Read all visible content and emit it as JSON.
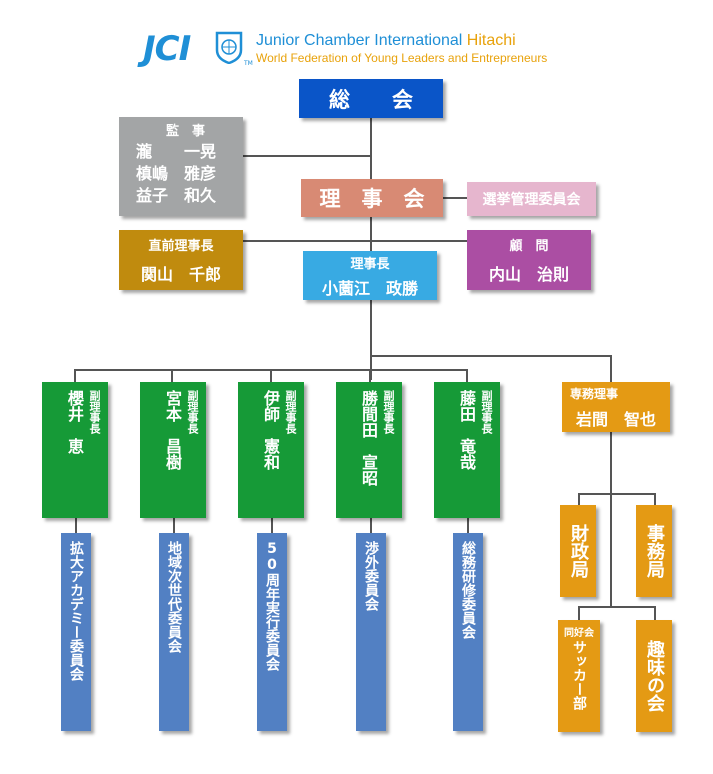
{
  "header": {
    "jci": "JCI",
    "tm": "TM",
    "line1_main": "Junior Chamber International ",
    "line1_accent": "Hitachi",
    "line2": "World Federation of Young Leaders and Entrepreneurs"
  },
  "nodes": {
    "general_assembly": "総　　会",
    "auditors_title": "監　事",
    "auditor_1": "瀧　　一晃",
    "auditor_2": "槙嶋　雅彦",
    "auditor_3": "益子　和久",
    "board": "理　事　会",
    "election_committee": "選挙管理委員会",
    "past_president_title": "直前理事長",
    "past_president_name": "関山　千郎",
    "advisor_title": "顧　問",
    "advisor_name": "内山　治則",
    "president_title": "理事長",
    "president_name": "小薗江　政勝",
    "executive_director_title": "専務理事",
    "executive_director_name": "岩間　智也",
    "finance_office": "財政局",
    "secretariat": "事務局",
    "club_title": "同好会",
    "club_name": "サッカー部",
    "hobby_club": "趣味の会"
  },
  "vice_presidents": [
    {
      "title": "副理事長",
      "surname": "櫻井",
      "given": "恵",
      "committee": "拡大アカデミー委員会"
    },
    {
      "title": "副理事長",
      "surname": "宮本",
      "given": "昌樹",
      "committee": "地域次世代委員会"
    },
    {
      "title": "副理事長",
      "surname": "伊師",
      "given": "憲和",
      "committee": "50周年実行委員会"
    },
    {
      "title": "副理事長",
      "surname": "勝間田",
      "given": "宣昭",
      "committee": "渉外委員会"
    },
    {
      "title": "副理事長",
      "surname": "藤田",
      "given": "竜哉",
      "committee": "総務研修委員会"
    }
  ],
  "colors": {
    "general_assembly": "#0a55c8",
    "auditors": "#a3a5a6",
    "board": "#d88a74",
    "election_committee": "#e6b6ce",
    "past_president": "#c08b0e",
    "advisor": "#ab4ea3",
    "president": "#38aae3",
    "vice_president": "#169a37",
    "committee": "#5280c3",
    "executive": "#e49a14"
  }
}
